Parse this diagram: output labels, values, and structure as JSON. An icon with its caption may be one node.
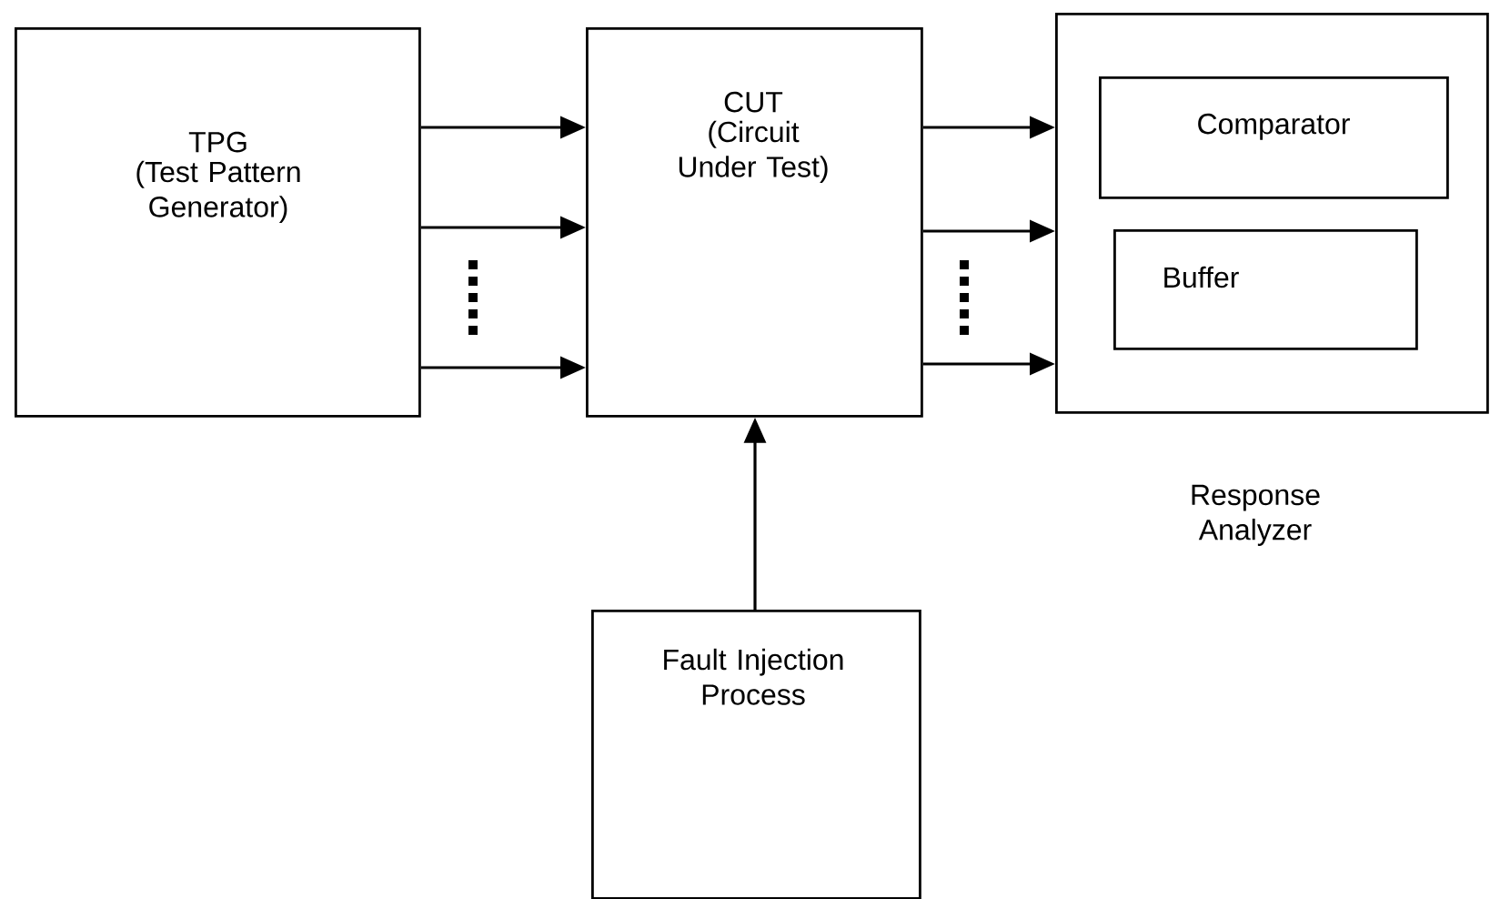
{
  "diagram": {
    "nodes": [
      {
        "text": [
          "TPG",
          "(Test Pattern Generator)"
        ]
      },
      {
        "text": [
          "CUT",
          "(Circuit Under Test)"
        ]
      },
      {
        "text": [],
        "shape": "box",
        "beside": [
          "Response Analyzer"
        ]
      },
      {
        "text": [
          "Comparator"
        ],
        "in": 2
      },
      {
        "text": [
          "Buffer"
        ],
        "in": 2
      },
      {
        "text": [
          "Fault Injection Process"
        ]
      }
    ],
    "edges": [
      {
        "from": 0,
        "to": 1,
        "arrow": "to"
      },
      {
        "from": 0,
        "to": 1,
        "arrow": "to"
      },
      {
        "from": 0,
        "to": 1,
        "arrow": "to"
      },
      {
        "from": 1,
        "to": 2,
        "arrow": "to"
      },
      {
        "from": 1,
        "to": 2,
        "arrow": "to"
      },
      {
        "from": 1,
        "to": 2,
        "arrow": "to"
      },
      {
        "from": 5,
        "to": 1,
        "arrow": "to"
      }
    ]
  }
}
